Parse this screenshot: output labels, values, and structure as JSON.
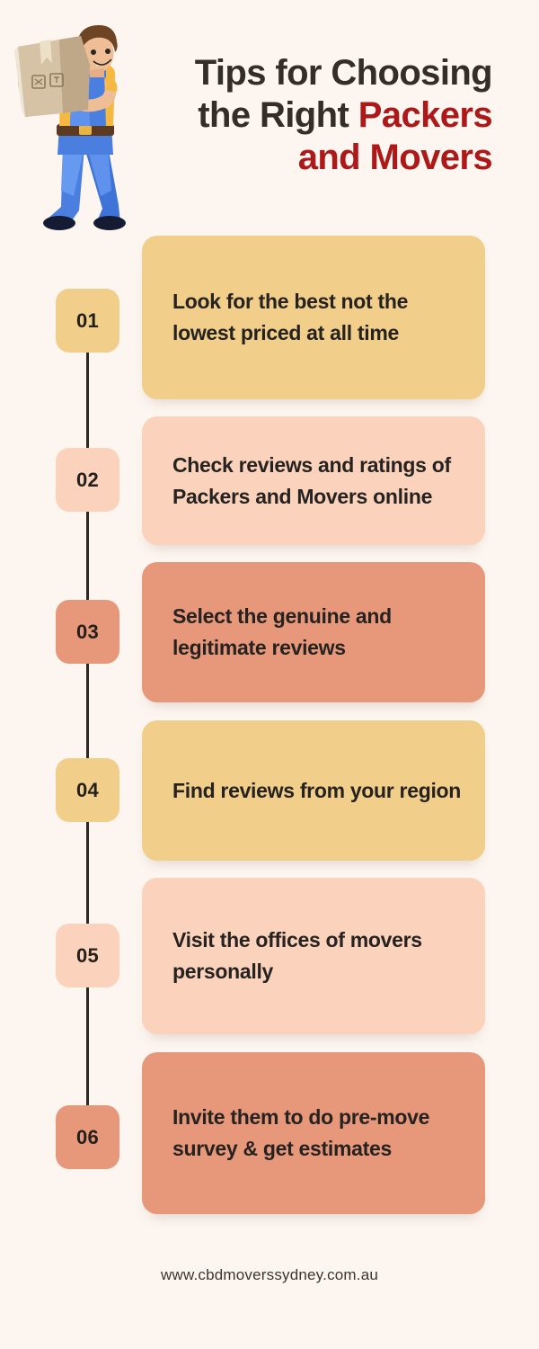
{
  "page": {
    "background_color": "#FDF6F0",
    "text_color": "#262220"
  },
  "header": {
    "title_line1": "Tips for Choosing",
    "title_line2_plain": "the Right ",
    "title_line2_accent": "Packers",
    "title_line3_accent": "and Movers",
    "title_color": "#332E26",
    "accent_color": "#AD1818",
    "illustration_name": "mover-carrying-box-illustration"
  },
  "timeline": {
    "connector_color": "#2B2722",
    "steps": [
      {
        "number": "01",
        "text": "Look for the best not the lowest priced at all time",
        "color": "#F2CE8B"
      },
      {
        "number": "02",
        "text": "Check reviews and ratings of Packers and Movers online",
        "color": "#FBD3BC"
      },
      {
        "number": "03",
        "text": "Select the genuine and legitimate reviews",
        "color": "#E8987A"
      },
      {
        "number": "04",
        "text": "Find reviews from your region",
        "color": "#F2CE8B"
      },
      {
        "number": "05",
        "text": "Visit the offices of movers personally",
        "color": "#FBD3BC"
      },
      {
        "number": "06",
        "text": "Invite them to do pre-move survey & get estimates",
        "color": "#E8987A"
      }
    ]
  },
  "footer": {
    "url": "www.cbdmoverssydney.com.au"
  }
}
